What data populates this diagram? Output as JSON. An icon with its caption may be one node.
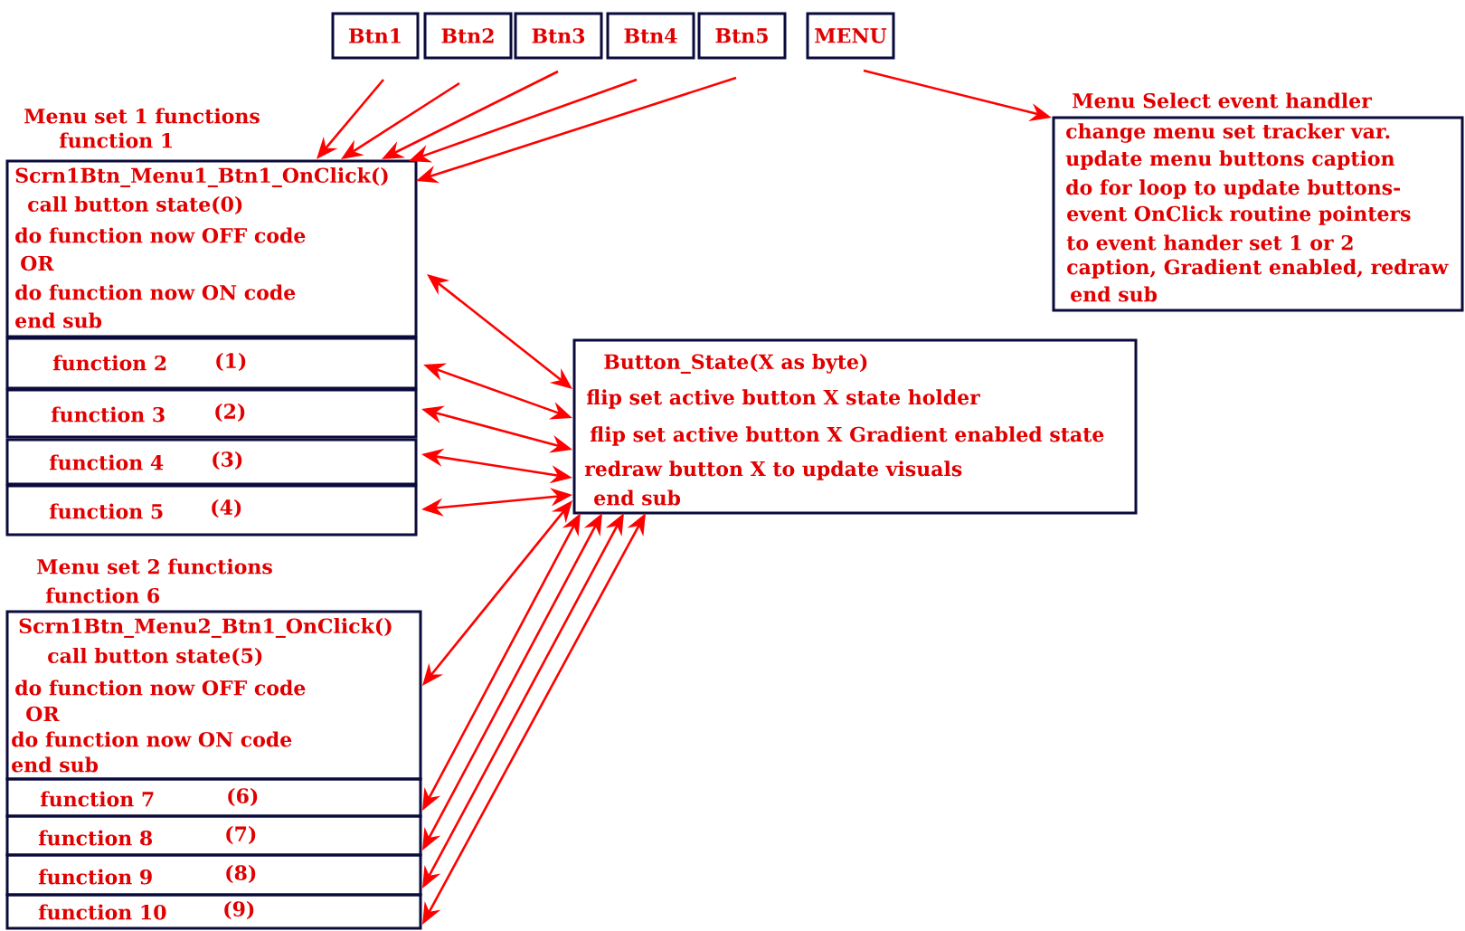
{
  "diagram": {
    "nodes": [
      {
        "text": [
          "Btn1"
        ]
      },
      {
        "text": [
          "Btn2"
        ]
      },
      {
        "text": [
          "Btn3"
        ]
      },
      {
        "text": [
          "Btn4"
        ]
      },
      {
        "text": [
          "Btn5"
        ]
      },
      {
        "text": [
          "MENU"
        ]
      },
      {
        "text": [
          "function 1",
          "Scrn1Btn_Menu1_Btn1_OnClick()",
          "call button state(0)",
          "do function now OFF code",
          "OR",
          "do function now ON code",
          "end sub"
        ]
      },
      {
        "text": [
          "function 2",
          "(1)"
        ]
      },
      {
        "text": [
          "function 3",
          "(2)"
        ]
      },
      {
        "text": [
          "function 4",
          "(3)"
        ]
      },
      {
        "text": [
          "function 5",
          "(4)"
        ]
      },
      {
        "text": [
          "Button_State(X as byte)",
          "flip set active button X state holder",
          "flip set active button X Gradient enabled state",
          "redraw button X to update visuals",
          "end sub"
        ]
      },
      {
        "text": [
          "Menu Select event handler",
          "change menu set tracker var.",
          "update menu buttons caption",
          "do for loop to update buttons-",
          "event OnClick routine pointers",
          "to event hander set 1 or 2",
          "caption, Gradient enabled, redraw",
          "end sub"
        ]
      },
      {
        "text": [
          "function 6",
          "Scrn1Btn_Menu2_Btn1_OnClick()",
          "call button state(5)",
          "do function now OFF code",
          "OR",
          "do function now ON code",
          "end sub"
        ]
      },
      {
        "text": [
          "function 7",
          "(6)"
        ]
      },
      {
        "text": [
          "function 8",
          "(7)"
        ]
      },
      {
        "text": [
          "function 9",
          "(8)"
        ]
      },
      {
        "text": [
          "function 10",
          "(9)"
        ]
      }
    ],
    "edges": [
      {
        "from": 0,
        "to": 6,
        "arrow": "to"
      },
      {
        "from": 1,
        "to": 6,
        "arrow": "to"
      },
      {
        "from": 2,
        "to": 6,
        "arrow": "to"
      },
      {
        "from": 3,
        "to": 6,
        "arrow": "to"
      },
      {
        "from": 4,
        "to": 6,
        "arrow": "to"
      },
      {
        "from": 5,
        "to": 12,
        "arrow": "to"
      },
      {
        "from": 6,
        "to": 11,
        "arrow": "both"
      },
      {
        "from": 7,
        "to": 11,
        "arrow": "both"
      },
      {
        "from": 8,
        "to": 11,
        "arrow": "both"
      },
      {
        "from": 9,
        "to": 11,
        "arrow": "both"
      },
      {
        "from": 10,
        "to": 11,
        "arrow": "both"
      },
      {
        "from": 11,
        "to": 13,
        "arrow": "both"
      },
      {
        "from": 11,
        "to": 14,
        "arrow": "both"
      },
      {
        "from": 11,
        "to": 15,
        "arrow": "both"
      },
      {
        "from": 11,
        "to": 16,
        "arrow": "both"
      },
      {
        "from": 11,
        "to": 17,
        "arrow": "both"
      }
    ],
    "labels": [
      "Menu set 1 functions",
      "Menu set 2 functions"
    ]
  }
}
